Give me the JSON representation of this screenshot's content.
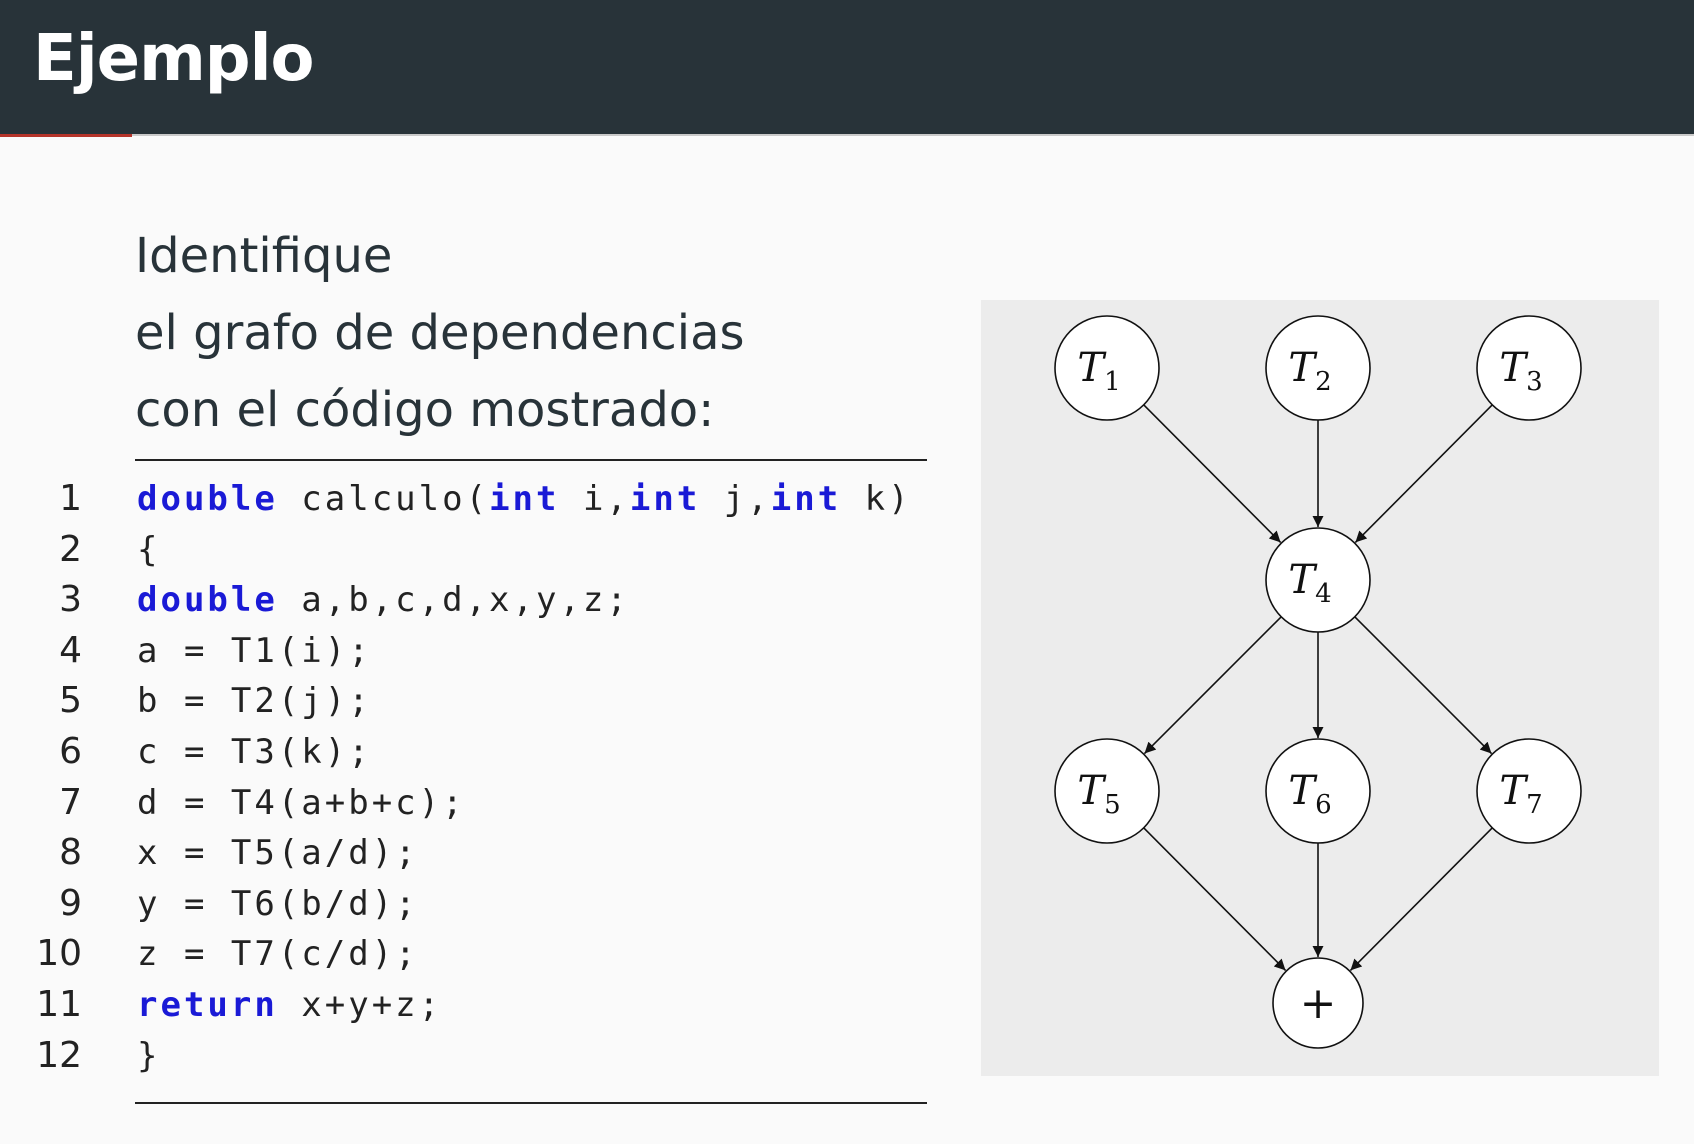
{
  "header": {
    "title": "Ejemplo"
  },
  "intro": {
    "lines": [
      "Identifique",
      "el grafo de dependencias",
      "con el código mostrado:"
    ]
  },
  "code": {
    "lines": [
      {
        "num": "1",
        "parts": [
          {
            "t": "double",
            "kw": true
          },
          {
            "t": " calculo("
          },
          {
            "t": "int",
            "kw": true
          },
          {
            "t": " i,"
          },
          {
            "t": "int",
            "kw": true
          },
          {
            "t": " j,"
          },
          {
            "t": "int",
            "kw": true
          },
          {
            "t": " k)"
          }
        ]
      },
      {
        "num": "2",
        "parts": [
          {
            "t": "{"
          }
        ]
      },
      {
        "num": "3",
        "parts": [
          {
            "t": "double",
            "kw": true
          },
          {
            "t": " a,b,c,d,x,y,z;"
          }
        ]
      },
      {
        "num": "4",
        "parts": [
          {
            "t": "a = T1(i);"
          }
        ]
      },
      {
        "num": "5",
        "parts": [
          {
            "t": "b = T2(j);"
          }
        ]
      },
      {
        "num": "6",
        "parts": [
          {
            "t": "c = T3(k);"
          }
        ]
      },
      {
        "num": "7",
        "parts": [
          {
            "t": "d = T4(a+b+c);"
          }
        ]
      },
      {
        "num": "8",
        "parts": [
          {
            "t": "x = T5(a/d);"
          }
        ]
      },
      {
        "num": "9",
        "parts": [
          {
            "t": "y = T6(b/d);"
          }
        ]
      },
      {
        "num": "10",
        "parts": [
          {
            "t": "z = T7(c/d);"
          }
        ]
      },
      {
        "num": "11",
        "parts": [
          {
            "t": "return",
            "kw": true
          },
          {
            "t": " x+y+z;"
          }
        ]
      },
      {
        "num": "12",
        "parts": [
          {
            "t": "}"
          }
        ]
      }
    ]
  },
  "graph": {
    "nodes": [
      {
        "id": "T1",
        "base": "T",
        "sub": "1"
      },
      {
        "id": "T2",
        "base": "T",
        "sub": "2"
      },
      {
        "id": "T3",
        "base": "T",
        "sub": "3"
      },
      {
        "id": "T4",
        "base": "T",
        "sub": "4"
      },
      {
        "id": "T5",
        "base": "T",
        "sub": "5"
      },
      {
        "id": "T6",
        "base": "T",
        "sub": "6"
      },
      {
        "id": "T7",
        "base": "T",
        "sub": "7"
      },
      {
        "id": "plus",
        "base": "+",
        "sub": ""
      }
    ],
    "edges": [
      [
        "T1",
        "T4"
      ],
      [
        "T2",
        "T4"
      ],
      [
        "T3",
        "T4"
      ],
      [
        "T4",
        "T5"
      ],
      [
        "T4",
        "T6"
      ],
      [
        "T4",
        "T7"
      ],
      [
        "T5",
        "plus"
      ],
      [
        "T6",
        "plus"
      ],
      [
        "T7",
        "plus"
      ]
    ]
  },
  "colors": {
    "header_bg": "#283339",
    "accent": "#b5342a",
    "keyword": "#1a1ad6"
  }
}
